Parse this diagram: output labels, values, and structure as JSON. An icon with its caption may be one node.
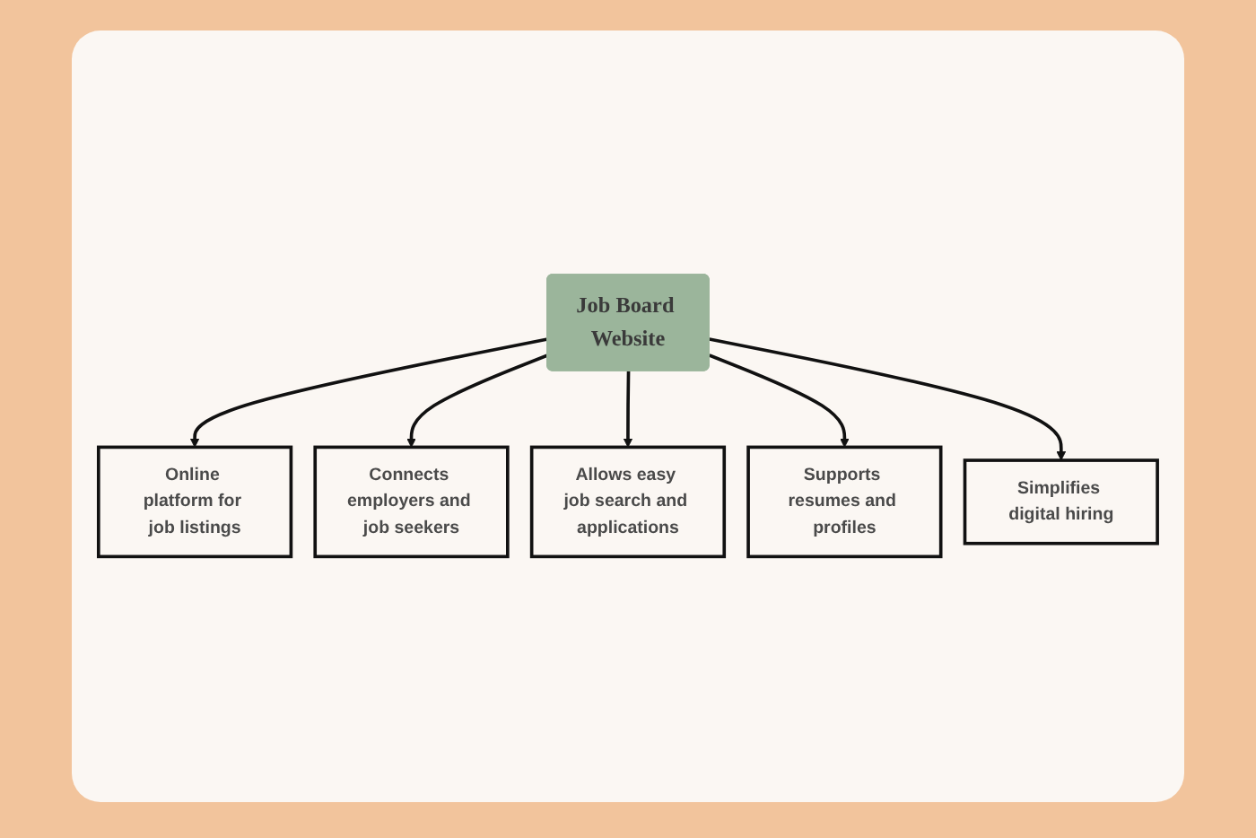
{
  "diagram": {
    "nodes": [
      {
        "text": [
          "Online platform for job listings"
        ]
      },
      {
        "text": [
          "Simplifies digital hiring"
        ]
      },
      {
        "text": [
          "Job Board Website"
        ]
      },
      {
        "text": [
          "Connects employers and job seekers"
        ]
      },
      {
        "text": [
          "Supports resumes and profiles"
        ]
      },
      {
        "text": [
          "Allows easy job search and applications"
        ]
      }
    ],
    "edges": [
      {
        "from": 2,
        "to": 0,
        "arrow": "to"
      },
      {
        "from": 2,
        "to": 3,
        "arrow": "to"
      },
      {
        "from": 2,
        "to": 5,
        "arrow": "to"
      },
      {
        "from": 2,
        "to": 4,
        "arrow": "to"
      },
      {
        "from": 2,
        "to": 1,
        "arrow": "to"
      }
    ]
  }
}
